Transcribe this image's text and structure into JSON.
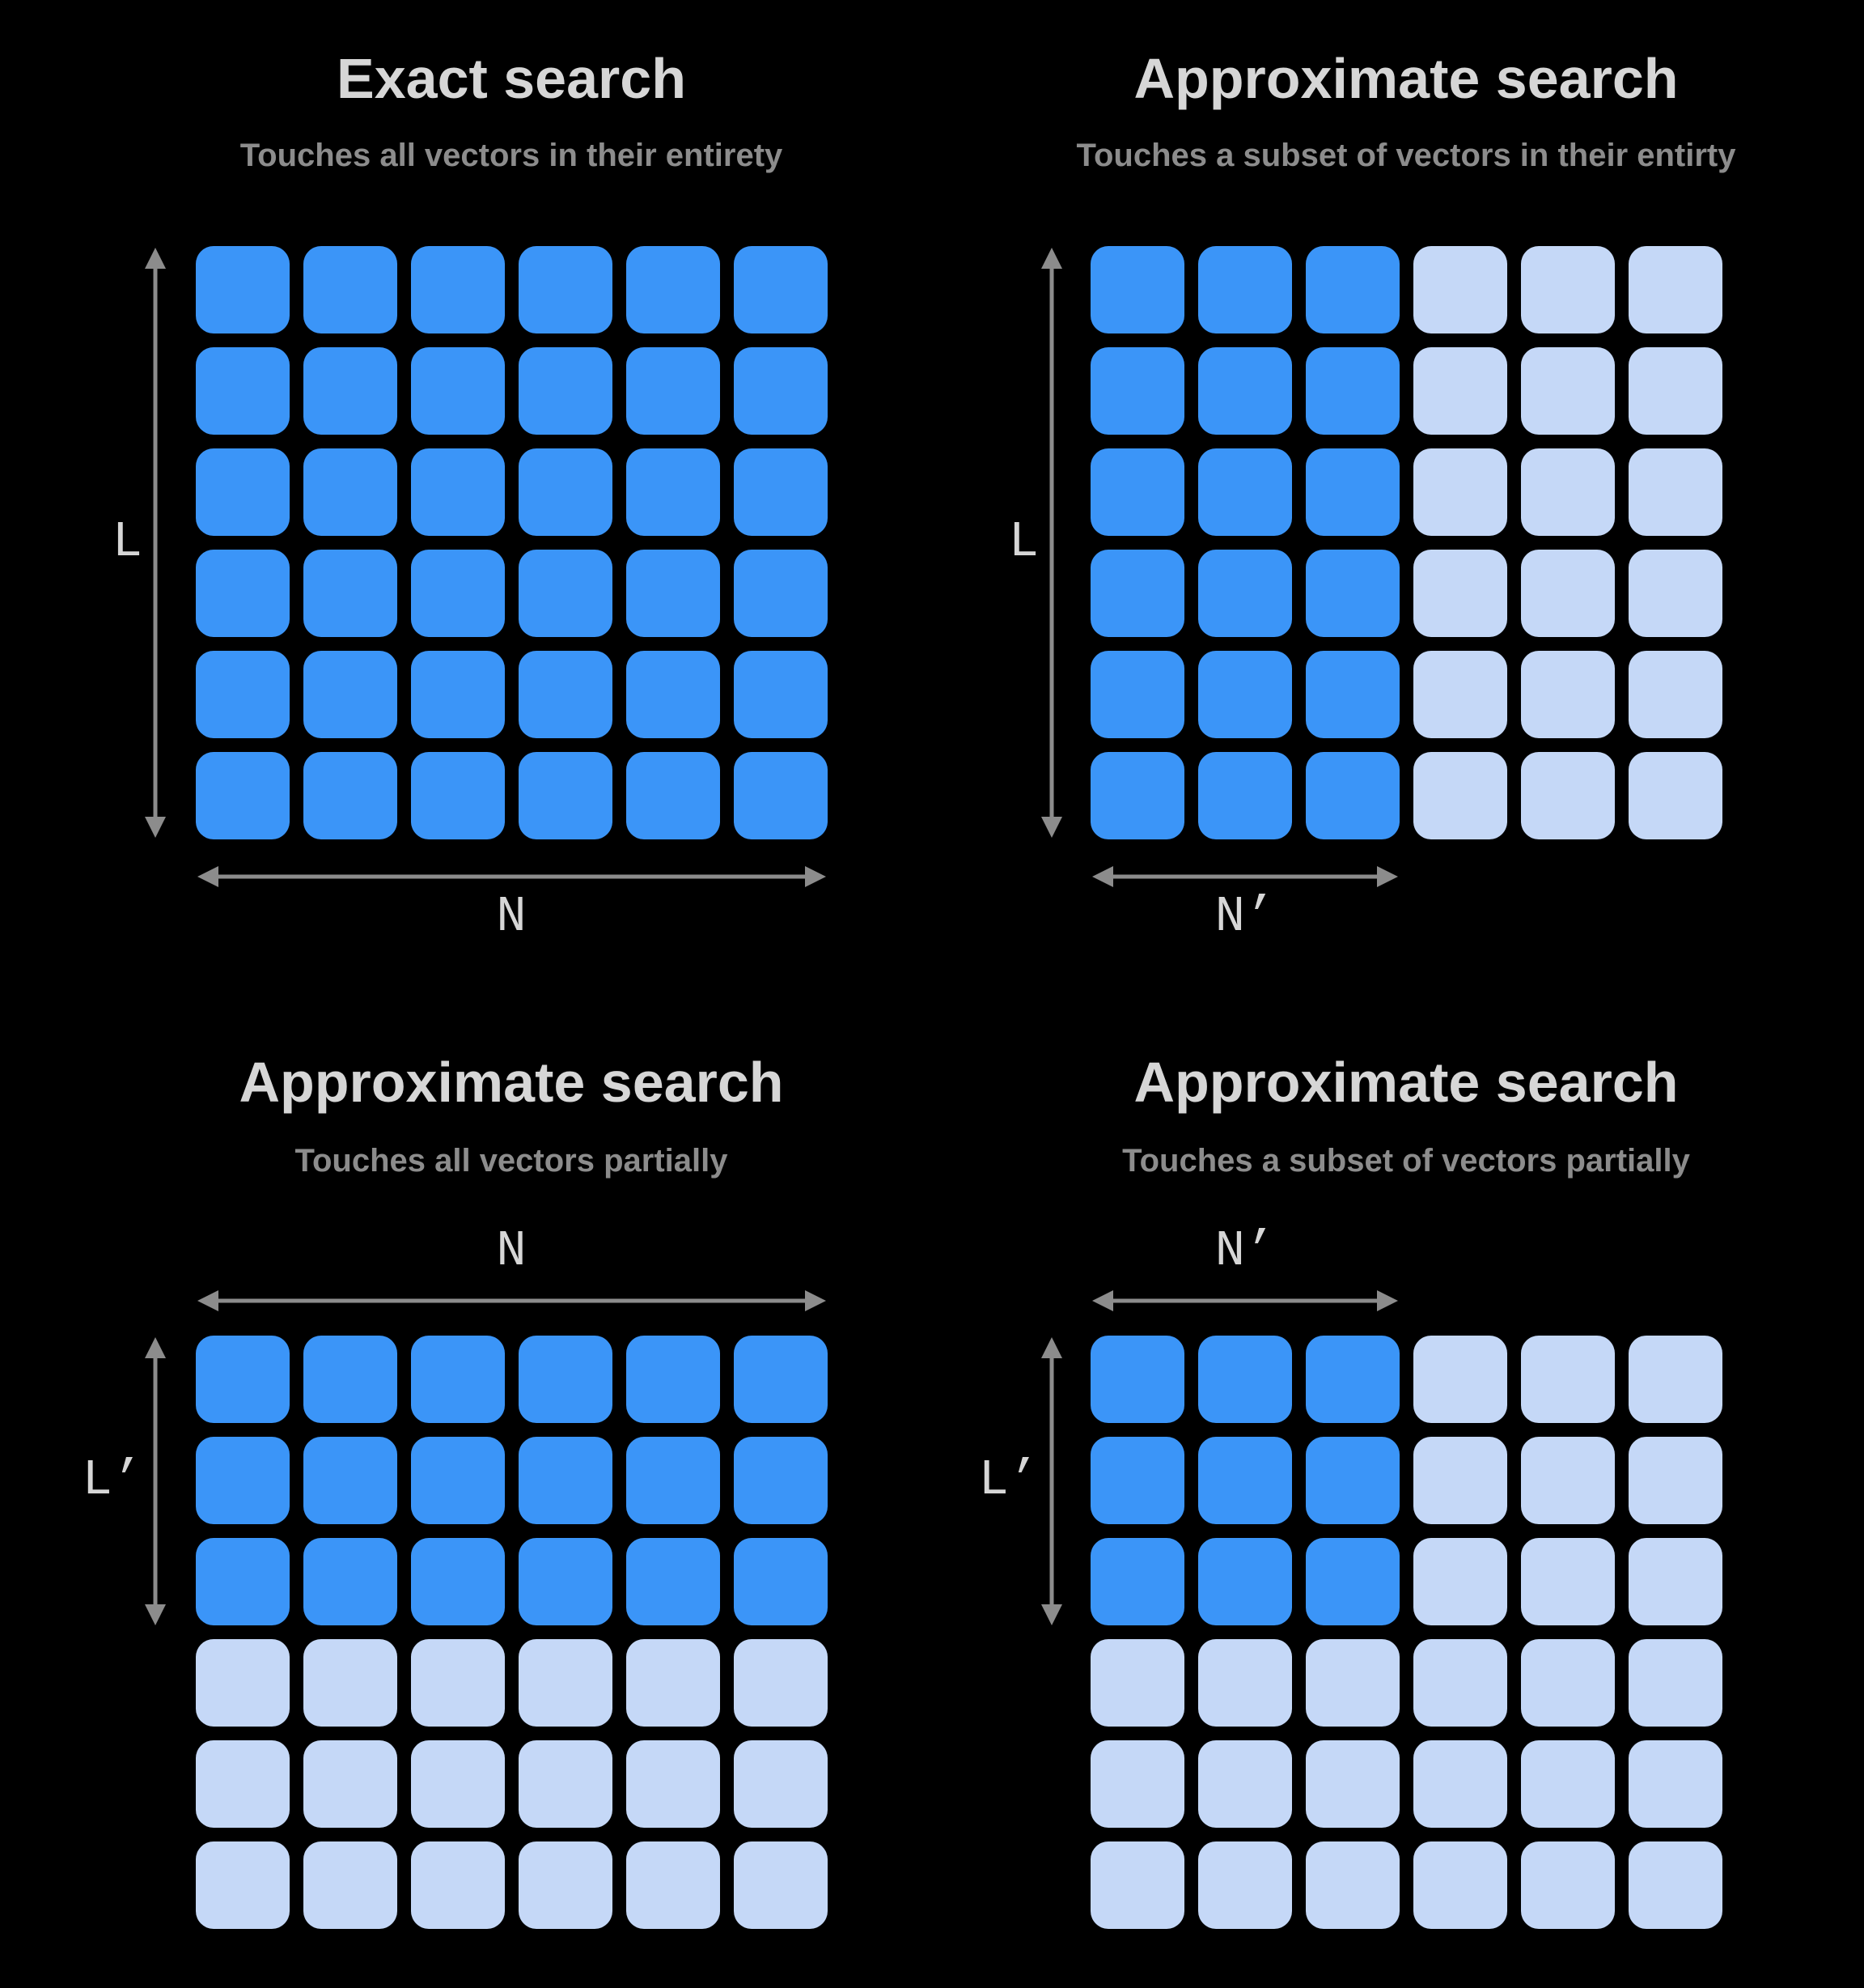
{
  "colors": {
    "background": "#000000",
    "touched": "#3b95f8",
    "untouched": "#c5d8f7",
    "arrow": "#8c8c8c",
    "title": "#d6d6d6",
    "subtitle": "#8c8c8c",
    "label": "#d6d6d6"
  },
  "panels": [
    {
      "id": "exact-search",
      "title": "Exact search",
      "subtitle": "Touches all vectors in their entirety",
      "vertical_label": "L",
      "horizontal_label": "N",
      "horizontal_arrow_position": "bottom",
      "grid": {
        "rows": 6,
        "cols": 6,
        "touched_rows": 6,
        "touched_cols": 6
      }
    },
    {
      "id": "approximate-search-subset-entirety",
      "title": "Approximate search",
      "subtitle": "Touches a subset of vectors in their entirty",
      "vertical_label": "L",
      "horizontal_label": "N’",
      "horizontal_arrow_position": "bottom",
      "grid": {
        "rows": 6,
        "cols": 6,
        "touched_rows": 6,
        "touched_cols": 3
      }
    },
    {
      "id": "approximate-search-all-partially",
      "title": "Approximate search",
      "subtitle": "Touches all vectors partially",
      "vertical_label": "L’",
      "horizontal_label": "N",
      "horizontal_arrow_position": "top",
      "grid": {
        "rows": 6,
        "cols": 6,
        "touched_rows": 3,
        "touched_cols": 6
      }
    },
    {
      "id": "approximate-search-subset-partially",
      "title": "Approximate search",
      "subtitle": "Touches a subset of vectors partially",
      "vertical_label": "L’",
      "horizontal_label": "N’",
      "horizontal_arrow_position": "top",
      "grid": {
        "rows": 6,
        "cols": 6,
        "touched_rows": 3,
        "touched_cols": 3
      }
    }
  ]
}
